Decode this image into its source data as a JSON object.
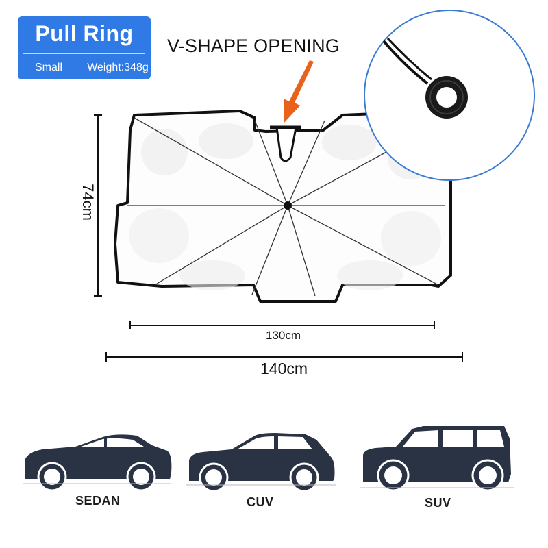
{
  "badge": {
    "title": "Pull Ring",
    "size": "Small",
    "weight": "Weight:348g",
    "color": "#2f7ae5"
  },
  "annotation": {
    "opening_label": "V-SHAPE OPENING",
    "arrow_color": "#e8621c"
  },
  "dimensions": {
    "height": "74cm",
    "inner_width": "130cm",
    "outer_width": "140cm"
  },
  "vehicles": [
    {
      "label": "SEDAN",
      "icon": "sedan-icon"
    },
    {
      "label": "CUV",
      "icon": "cuv-icon"
    },
    {
      "label": "SUV",
      "icon": "suv-icon"
    }
  ],
  "colors": {
    "car_fill": "#2a3344",
    "outline": "#111111"
  }
}
